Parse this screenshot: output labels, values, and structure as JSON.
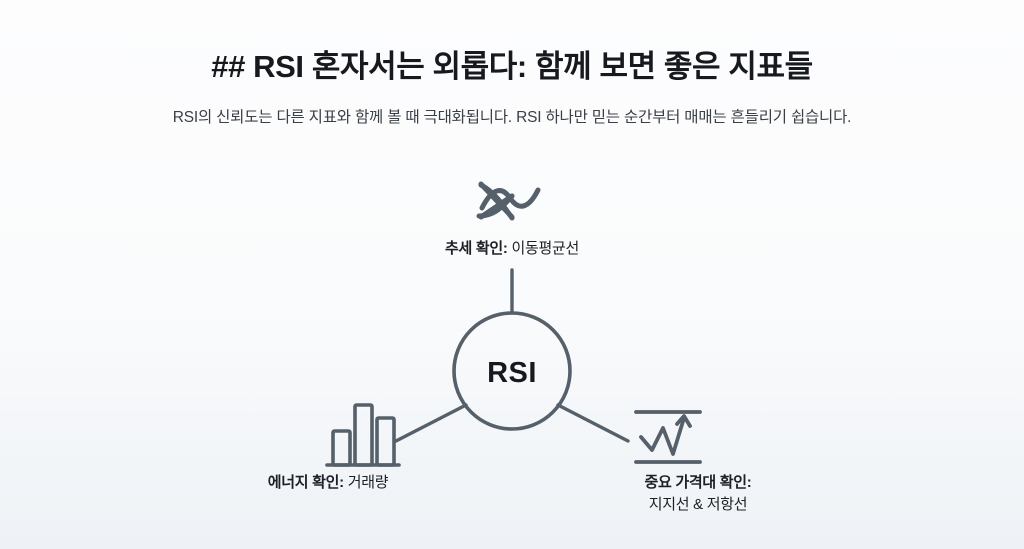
{
  "header": {
    "title": "## RSI 혼자서는 외롭다: 함께 보면 좋은 지표들",
    "subtitle": "RSI의 신뢰도는 다른 지표와 함께 볼 때 극대화됩니다. RSI 하나만 믿는 순간부터 매매는 흔들리기 쉽습니다."
  },
  "diagram": {
    "type": "hub-and-spoke",
    "hub": {
      "label": "RSI"
    },
    "nodes": [
      {
        "id": "trend",
        "position": "top",
        "icon": "moving-average-crossover-icon",
        "label_strong": "추세 확인:",
        "label_regular": "이동평균선"
      },
      {
        "id": "volume",
        "position": "bottom-left",
        "icon": "volume-bars-icon",
        "label_strong": "에너지 확인:",
        "label_regular": "거래량"
      },
      {
        "id": "levels",
        "position": "bottom-right",
        "icon": "support-resistance-icon",
        "label_strong": "중요 가격대 확인:",
        "label_regular": "지지선 & 저항선"
      }
    ]
  },
  "colors": {
    "stroke": "#55606b",
    "text": "#1d2025",
    "title": "#16191d",
    "subtitle": "#3a4047",
    "background_top": "#fdfdfe",
    "background_bottom": "#eef2f6"
  }
}
